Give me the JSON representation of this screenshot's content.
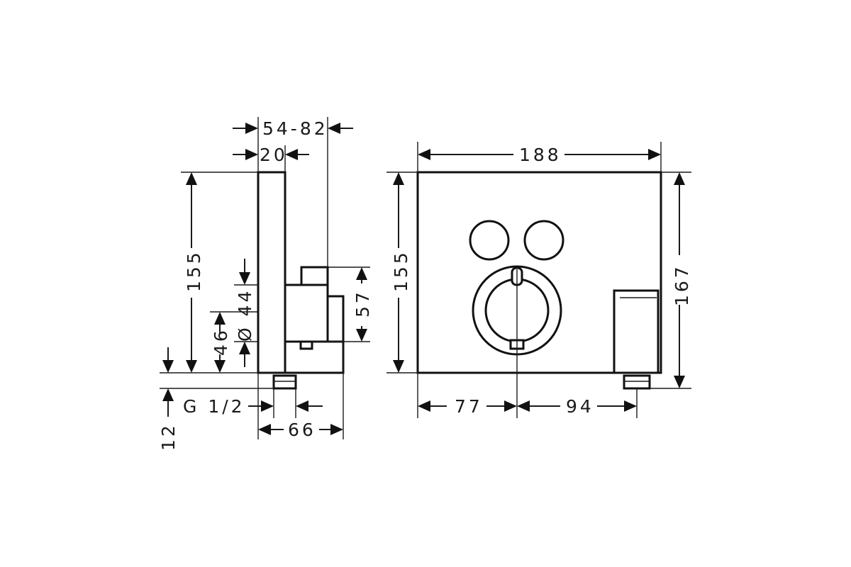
{
  "dimensions": {
    "depth_range": "54-82",
    "cover_depth": "20",
    "side_height": "155",
    "thread_size": "G 1/2",
    "outlet_offset": "12",
    "body_depth": "66",
    "diameter_label": "Ø 44",
    "offset_46": "46",
    "center_57": "57",
    "front_width": "188",
    "front_height": "155",
    "total_height": "167",
    "left_to_valve": "77",
    "valve_to_outlet": "94"
  }
}
